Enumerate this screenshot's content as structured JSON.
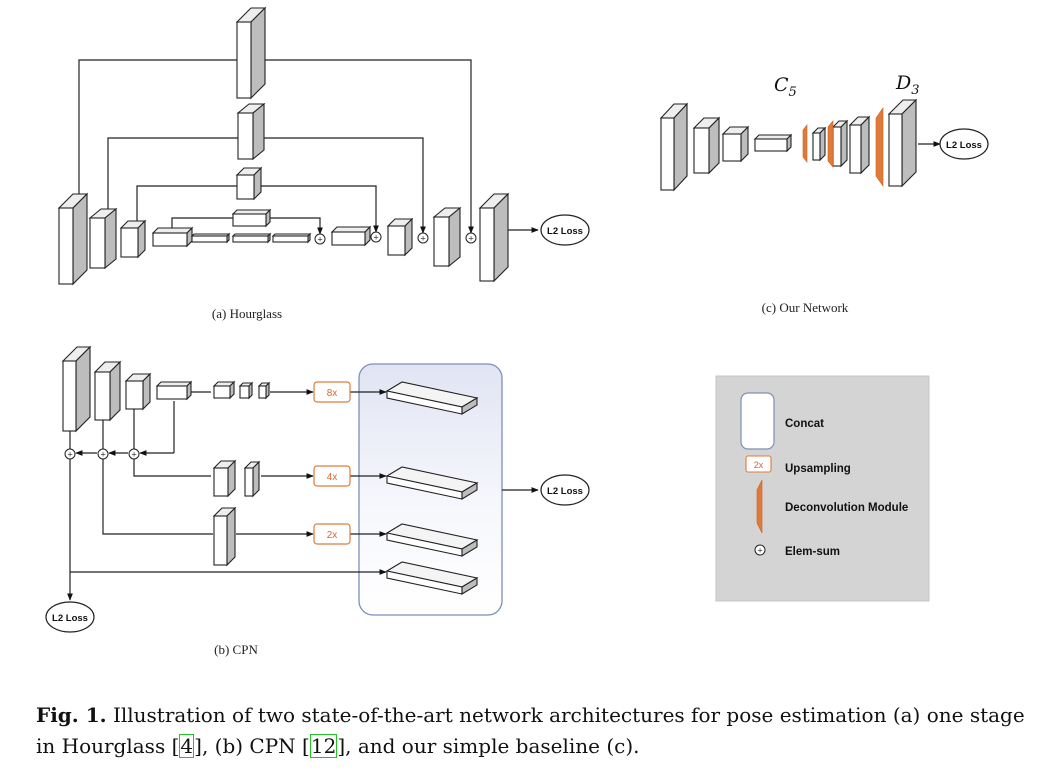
{
  "panels": {
    "a_caption": "(a) Hourglass",
    "b_caption": "(b) CPN",
    "c_caption": "(c) Our Network"
  },
  "loss_label": "L2 Loss",
  "plus_symbol": "+",
  "c_labels": {
    "c_base": "C",
    "c_sub": "5",
    "d_base": "D",
    "d_sub": "3"
  },
  "upsampling_labels": [
    "8x",
    "4x",
    "2x"
  ],
  "legend": {
    "concat": "Concat",
    "upsample_badge": "2x",
    "upsampling": "Upsampling",
    "deconv": "Deconvolution Module",
    "elemsum": "Elem-sum"
  },
  "caption": {
    "bold": "Fig. 1.",
    "text1": " Illustration of two state-of-the-art network architectures for pose estimation (a) one stage in Hourglass ",
    "ref1": "4",
    "text2": ", (b) CPN ",
    "ref2": "12",
    "text3": ", and our simple baseline (c)."
  },
  "colors": {
    "accent": "#e07a3a",
    "legend_bg": "#d4d4d4",
    "concat_border": "#7d8fb8"
  }
}
